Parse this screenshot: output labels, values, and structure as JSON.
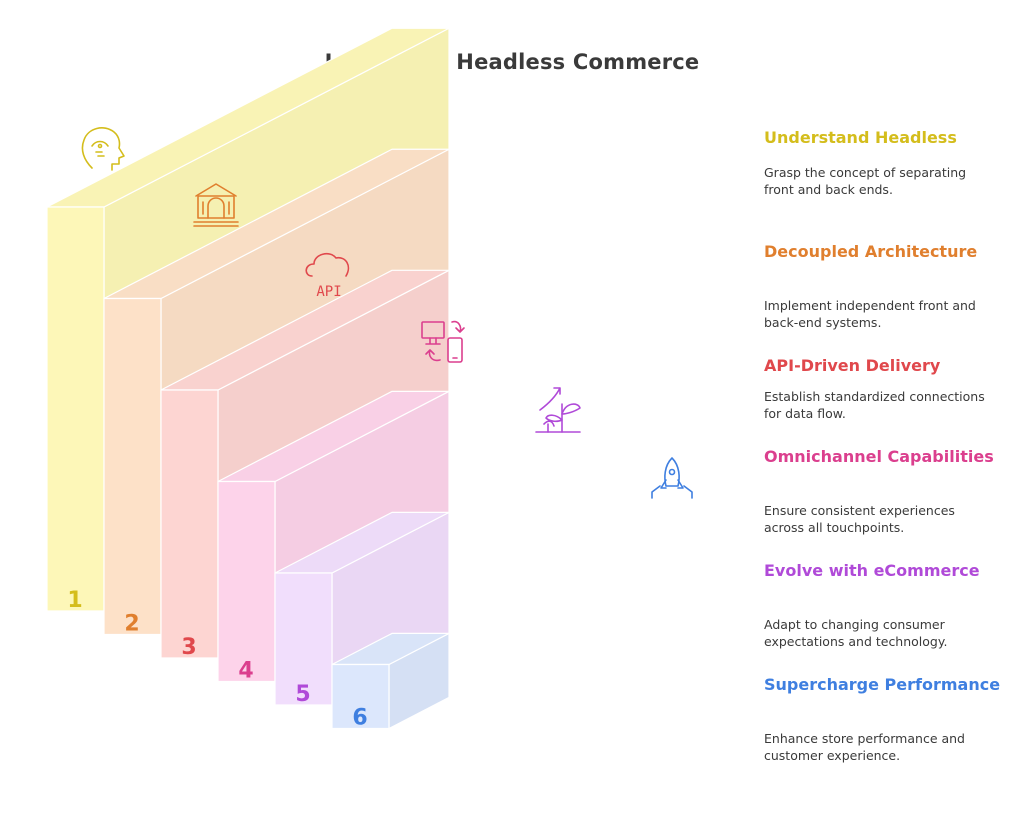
{
  "title": "Journey to Headless Commerce",
  "steps": [
    {
      "number": "1",
      "title": "Understand Headless",
      "description": "Grasp the concept of separating front and back ends.",
      "color": "#d4bd1c",
      "fill": "#fdf7b8",
      "icon": "head-brain-icon"
    },
    {
      "number": "2",
      "title": "Decoupled Architecture",
      "description": "Implement independent front and back-end systems.",
      "color": "#e07f2e",
      "fill": "#fde1c8",
      "icon": "building-icon"
    },
    {
      "number": "3",
      "title": "API-Driven Delivery",
      "description": "Establish standardized connections for data flow.",
      "color": "#e0484c",
      "fill": "#fdd5d2",
      "icon": "cloud-api-icon"
    },
    {
      "number": "4",
      "title": "Omnichannel Capabilities",
      "description": "Ensure consistent experiences across all touchpoints.",
      "color": "#db3f8e",
      "fill": "#fdd3ea",
      "icon": "devices-sync-icon"
    },
    {
      "number": "5",
      "title": "Evolve with eCommerce",
      "description": "Adapt to changing consumer expectations and technology.",
      "color": "#b04ad8",
      "fill": "#f1defc",
      "icon": "growth-plant-icon"
    },
    {
      "number": "6",
      "title": "Supercharge Performance",
      "description": "Enhance store performance and customer experience.",
      "color": "#3f7fe0",
      "fill": "#dce7fc",
      "icon": "rocket-icon"
    }
  ],
  "icons": {
    "api_label": "API"
  }
}
